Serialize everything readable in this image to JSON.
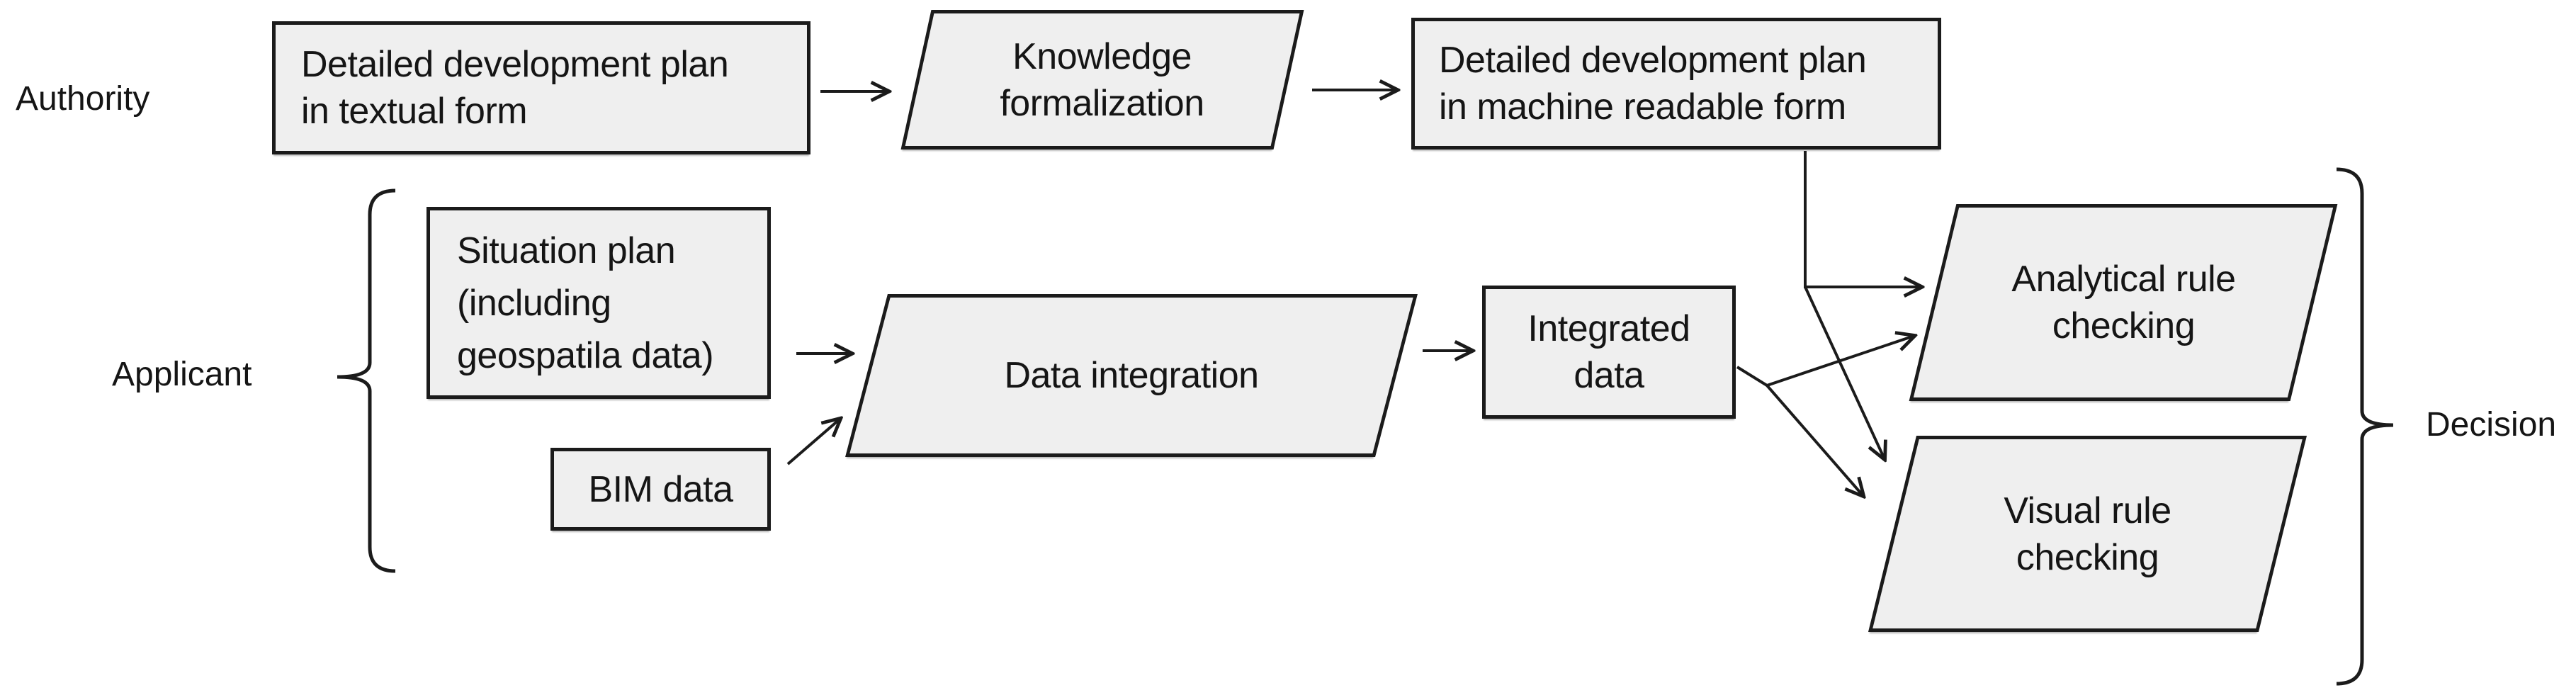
{
  "diagram": {
    "actors": {
      "authority": "Authority",
      "applicant": "Applicant",
      "decision": "Decision"
    },
    "nodes": {
      "plan_textual": {
        "shape": "rectangle",
        "lines": [
          "Detailed development plan",
          "in textual form"
        ]
      },
      "knowledge_formalization": {
        "shape": "parallelogram",
        "lines": [
          "Knowledge",
          "formalization"
        ]
      },
      "plan_machine_readable": {
        "shape": "rectangle",
        "lines": [
          "Detailed development plan",
          "in machine readable form"
        ]
      },
      "situation_plan": {
        "shape": "rectangle",
        "lines": [
          "Situation plan",
          "(including",
          "geospatila data)"
        ]
      },
      "bim_data": {
        "shape": "rectangle",
        "lines": [
          "BIM data"
        ]
      },
      "data_integration": {
        "shape": "parallelogram",
        "lines": [
          "Data integration"
        ]
      },
      "integrated_data": {
        "shape": "rectangle",
        "lines": [
          "Integrated",
          "data"
        ]
      },
      "analytical_rule_checking": {
        "shape": "parallelogram",
        "lines": [
          "Analytical rule",
          "checking"
        ]
      },
      "visual_rule_checking": {
        "shape": "parallelogram",
        "lines": [
          "Visual rule",
          "checking"
        ]
      }
    },
    "edges": [
      {
        "from": "plan_textual",
        "to": "knowledge_formalization"
      },
      {
        "from": "knowledge_formalization",
        "to": "plan_machine_readable"
      },
      {
        "from": "situation_plan",
        "to": "data_integration"
      },
      {
        "from": "bim_data",
        "to": "data_integration"
      },
      {
        "from": "data_integration",
        "to": "integrated_data"
      },
      {
        "from": "plan_machine_readable",
        "to": "analytical_rule_checking"
      },
      {
        "from": "plan_machine_readable",
        "to": "visual_rule_checking"
      },
      {
        "from": "integrated_data",
        "to": "analytical_rule_checking"
      },
      {
        "from": "integrated_data",
        "to": "visual_rule_checking"
      }
    ],
    "colors": {
      "node_fill": "#efefef",
      "stroke": "#1b1b1b",
      "text": "#151515",
      "background": "#ffffff"
    }
  }
}
